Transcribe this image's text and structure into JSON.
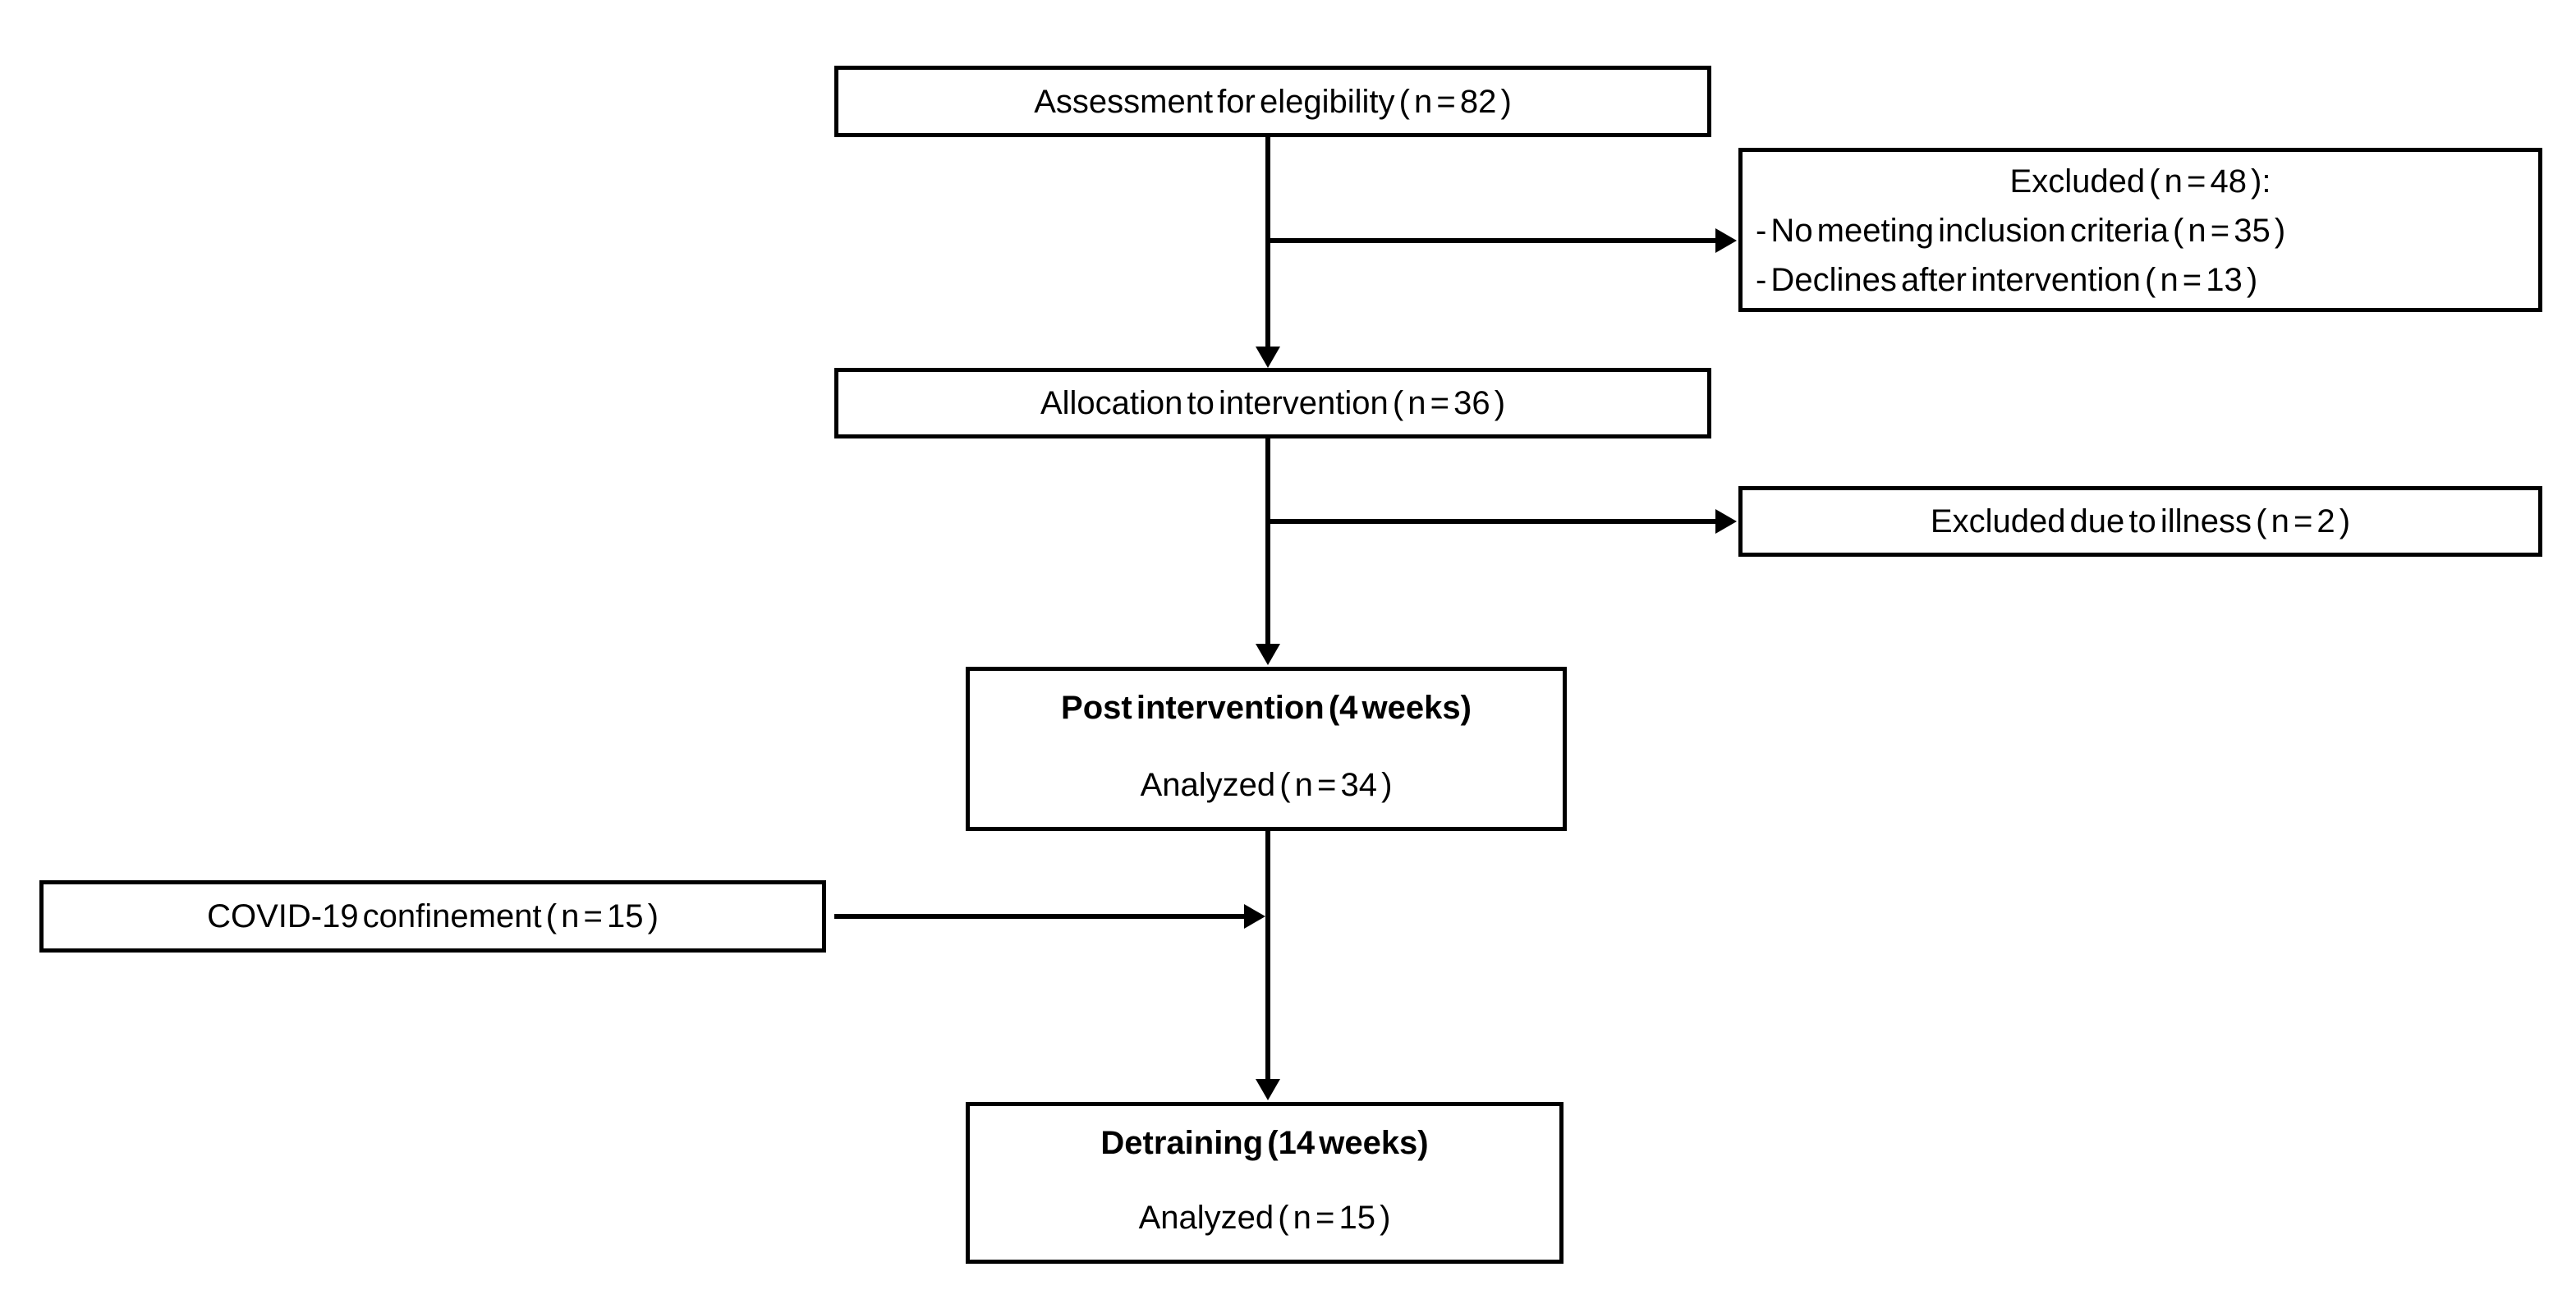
{
  "meta": {
    "diagram_type": "participant-flow-chart"
  },
  "colors": {
    "background": "#ffffff",
    "box_border": "#000000",
    "text": "#000000",
    "arrow": "#000000"
  },
  "flow": {
    "assessment": {
      "label": "Assessment for elegibility ( n = 82 )"
    },
    "excluded_screening": {
      "title": "Excluded ( n = 48 ):",
      "items": [
        "- No meeting inclusion criteria ( n = 35 )",
        "- Declines after intervention ( n = 13 )"
      ]
    },
    "allocation": {
      "label": "Allocation to intervention ( n = 36 )"
    },
    "excluded_illness": {
      "label": "Excluded due to illness ( n = 2 )"
    },
    "post_intervention": {
      "title": "Post intervention (4 weeks)",
      "analyzed": "Analyzed ( n = 34 )"
    },
    "covid_confinement": {
      "label": "COVID-19 confinement ( n = 15 )"
    },
    "detraining": {
      "title": "Detraining (14 weeks)",
      "analyzed": "Analyzed ( n = 15 )"
    }
  }
}
